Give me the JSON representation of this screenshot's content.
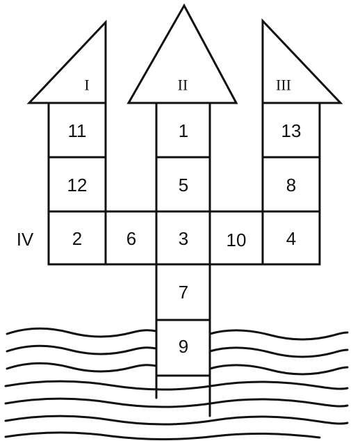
{
  "roof_labels": {
    "left": "I",
    "center": "II",
    "right": "III"
  },
  "row_label": "IV",
  "cells": {
    "left_top": "11",
    "left_mid": "12",
    "center_top": "1",
    "center_mid": "5",
    "right_top": "13",
    "right_mid": "8",
    "row_1": "2",
    "row_2": "6",
    "row_3": "3",
    "row_4": "10",
    "row_5": "4",
    "stem_1": "7",
    "stem_2": "9"
  },
  "colors": {
    "ink": "#111111",
    "paper": "#ffffff"
  }
}
